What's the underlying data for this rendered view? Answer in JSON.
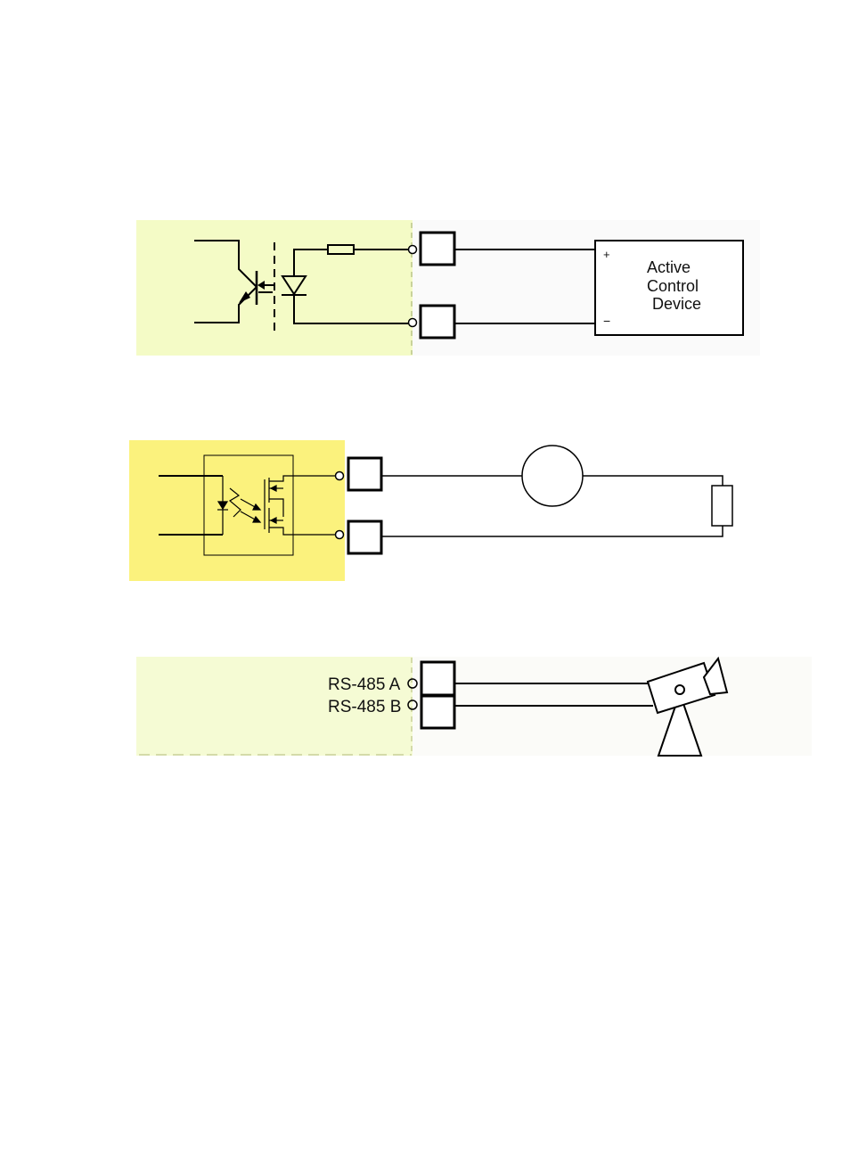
{
  "colors": {
    "panel_light_green": "#f4fbc6",
    "panel_yellow": "#fbf27d",
    "panel_rs485": "#f5fbd4",
    "right_bg": "#fafafa",
    "line": "#000000"
  },
  "diagram1": {
    "device_plus": "+",
    "device_minus": "−",
    "device_line1": "Active",
    "device_line2": "Control",
    "device_line3": "Device"
  },
  "diagram3": {
    "rs485_a": "RS-485  A",
    "rs485_b": "RS-485  B"
  },
  "icons": {
    "camera": "video-camera-on-tripod-icon"
  }
}
